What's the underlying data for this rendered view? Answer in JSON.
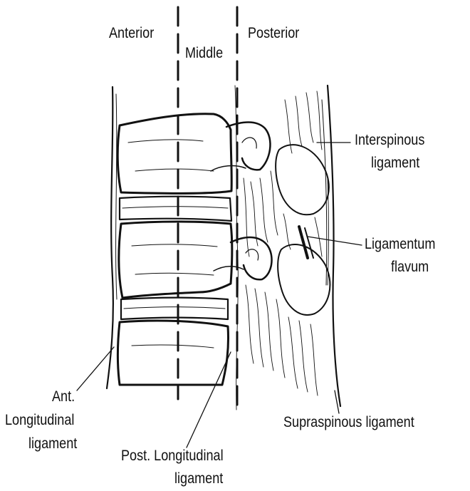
{
  "labels": {
    "anterior": "Anterior",
    "middle": "Middle",
    "posterior": "Posterior",
    "interspinous_line1": "Interspinous",
    "interspinous_line2": "ligament",
    "flavum_line1": "Ligamentum",
    "flavum_line2": "flavum",
    "ant_line1": "Ant.",
    "ant_line2": "Longitudinal",
    "ant_line3": "ligament",
    "post_line1": "Post. Longitudinal",
    "post_line2": "ligament",
    "supraspinous": "Supraspinous ligament"
  },
  "colors": {
    "ink": "#111111",
    "background": "#ffffff"
  }
}
